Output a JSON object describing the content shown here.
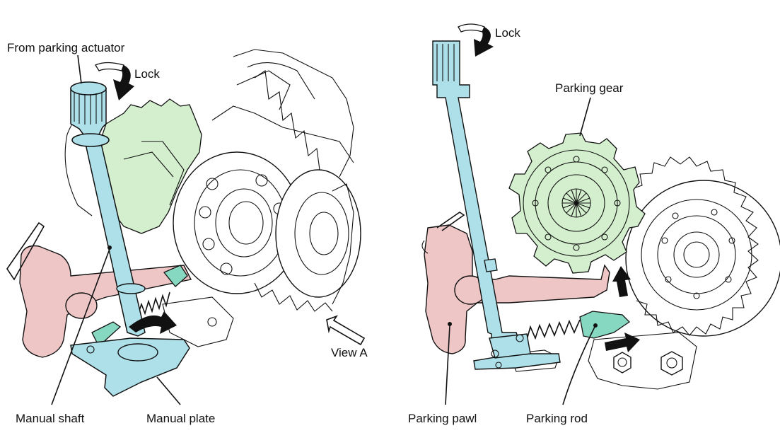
{
  "colors": {
    "shaft": "#aee0ea",
    "gear": "#d3efcd",
    "pawl": "#efc6c6",
    "rod": "#86d9c0",
    "arrow": "#111111",
    "line": "#111111"
  },
  "icons": [
    "lock-rotation-arrow",
    "motion-arrow",
    "view-direction-arrow"
  ],
  "left_view": {
    "from_parking_actuator": "From parking actuator",
    "lock": "Lock",
    "view_a": "View A",
    "manual_shaft": "Manual shaft",
    "manual_plate": "Manual plate"
  },
  "right_view": {
    "lock": "Lock",
    "parking_gear": "Parking gear",
    "parking_pawl": "Parking pawl",
    "parking_rod": "Parking rod"
  }
}
